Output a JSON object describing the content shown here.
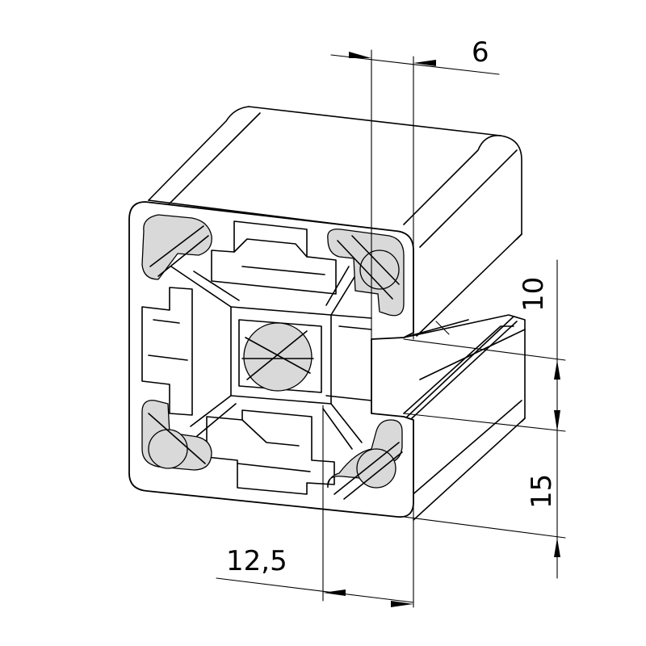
{
  "dimensions": {
    "top_width": "6",
    "right_upper": "10",
    "right_lower": "15",
    "bottom_width": "12,5"
  }
}
